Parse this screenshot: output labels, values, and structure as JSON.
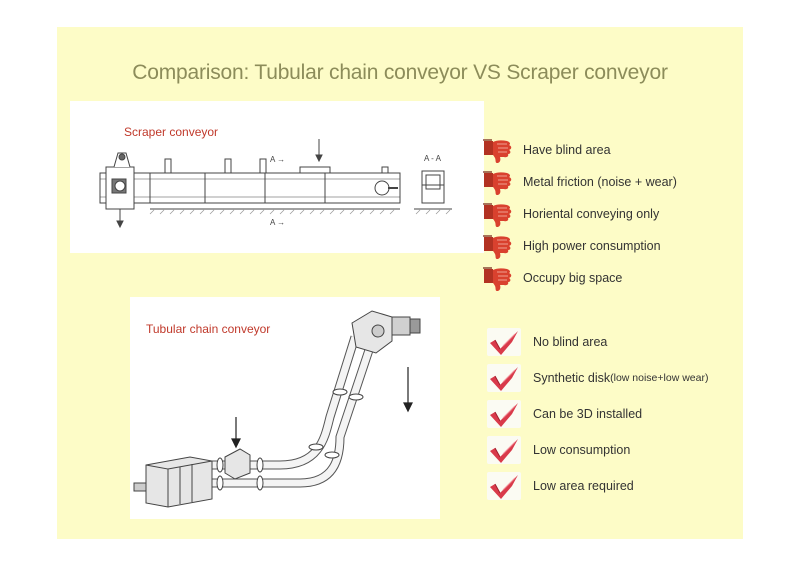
{
  "title": "Comparison: Tubular chain conveyor VS Scraper conveyor",
  "scraper": {
    "label": "Scraper conveyor",
    "section_mark_top": "A →",
    "section_mark_bottom": "A →",
    "section_view_label": "A - A"
  },
  "tubular": {
    "label": "Tubular chain conveyor"
  },
  "cons": [
    {
      "text": "Have blind area",
      "icon": "thumbs-down-icon"
    },
    {
      "text": "Metal friction (noise + wear)",
      "icon": "thumbs-down-icon"
    },
    {
      "text": "Horiental conveying only",
      "icon": "thumbs-down-icon"
    },
    {
      "text": "High power consumption",
      "icon": "thumbs-down-icon"
    },
    {
      "text": "Occupy big space",
      "icon": "thumbs-down-icon"
    }
  ],
  "pros": [
    {
      "text": "No blind area",
      "icon": "check-mark-icon"
    },
    {
      "text": "Synthetic disk ",
      "note": "(low noise+low wear)",
      "icon": "check-mark-icon"
    },
    {
      "text": "Can be 3D installed",
      "icon": "check-mark-icon"
    },
    {
      "text": "Low consumption",
      "icon": "check-mark-icon"
    },
    {
      "text": "Low area required",
      "icon": "check-mark-icon"
    }
  ],
  "colors": {
    "slide_background": "#fdfcc7",
    "title": "#8c8c5a",
    "panel_label": "#c0392b",
    "thumbs_down": "#d9412e",
    "check_mark": "#d93a4a"
  }
}
